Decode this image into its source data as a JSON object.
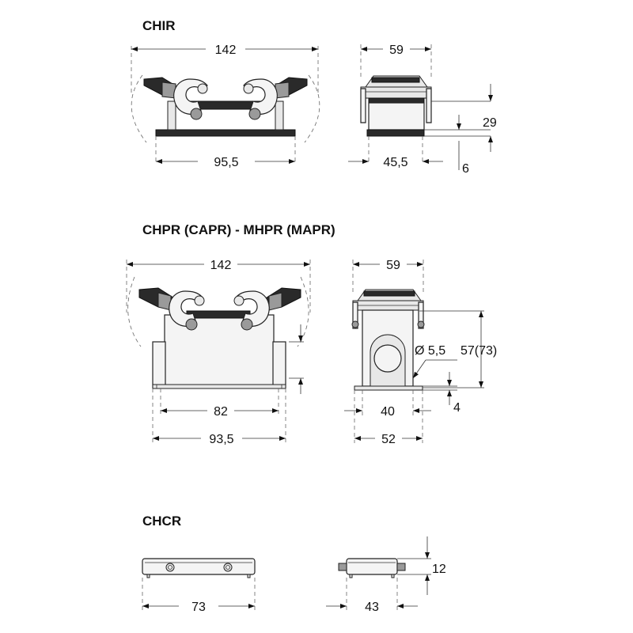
{
  "sections": {
    "chir": {
      "title": "CHIR",
      "dims": {
        "width_total": "142",
        "width_base": "95,5",
        "side_width": "59",
        "side_base": "45,5",
        "height": "29",
        "base_thk": "6"
      }
    },
    "chpr": {
      "title": "CHPR (CAPR) - MHPR (MAPR)",
      "dims": {
        "width_total": "142",
        "inner_width": "82",
        "base_width": "93,5",
        "side_width": "59",
        "hole_dia": "Ø 5,5",
        "height": "57(73)",
        "inner_side": "40",
        "side_base": "52",
        "base_thk": "4"
      }
    },
    "chcr": {
      "title": "CHCR",
      "dims": {
        "width": "73",
        "side_width": "43",
        "height": "12"
      }
    }
  }
}
